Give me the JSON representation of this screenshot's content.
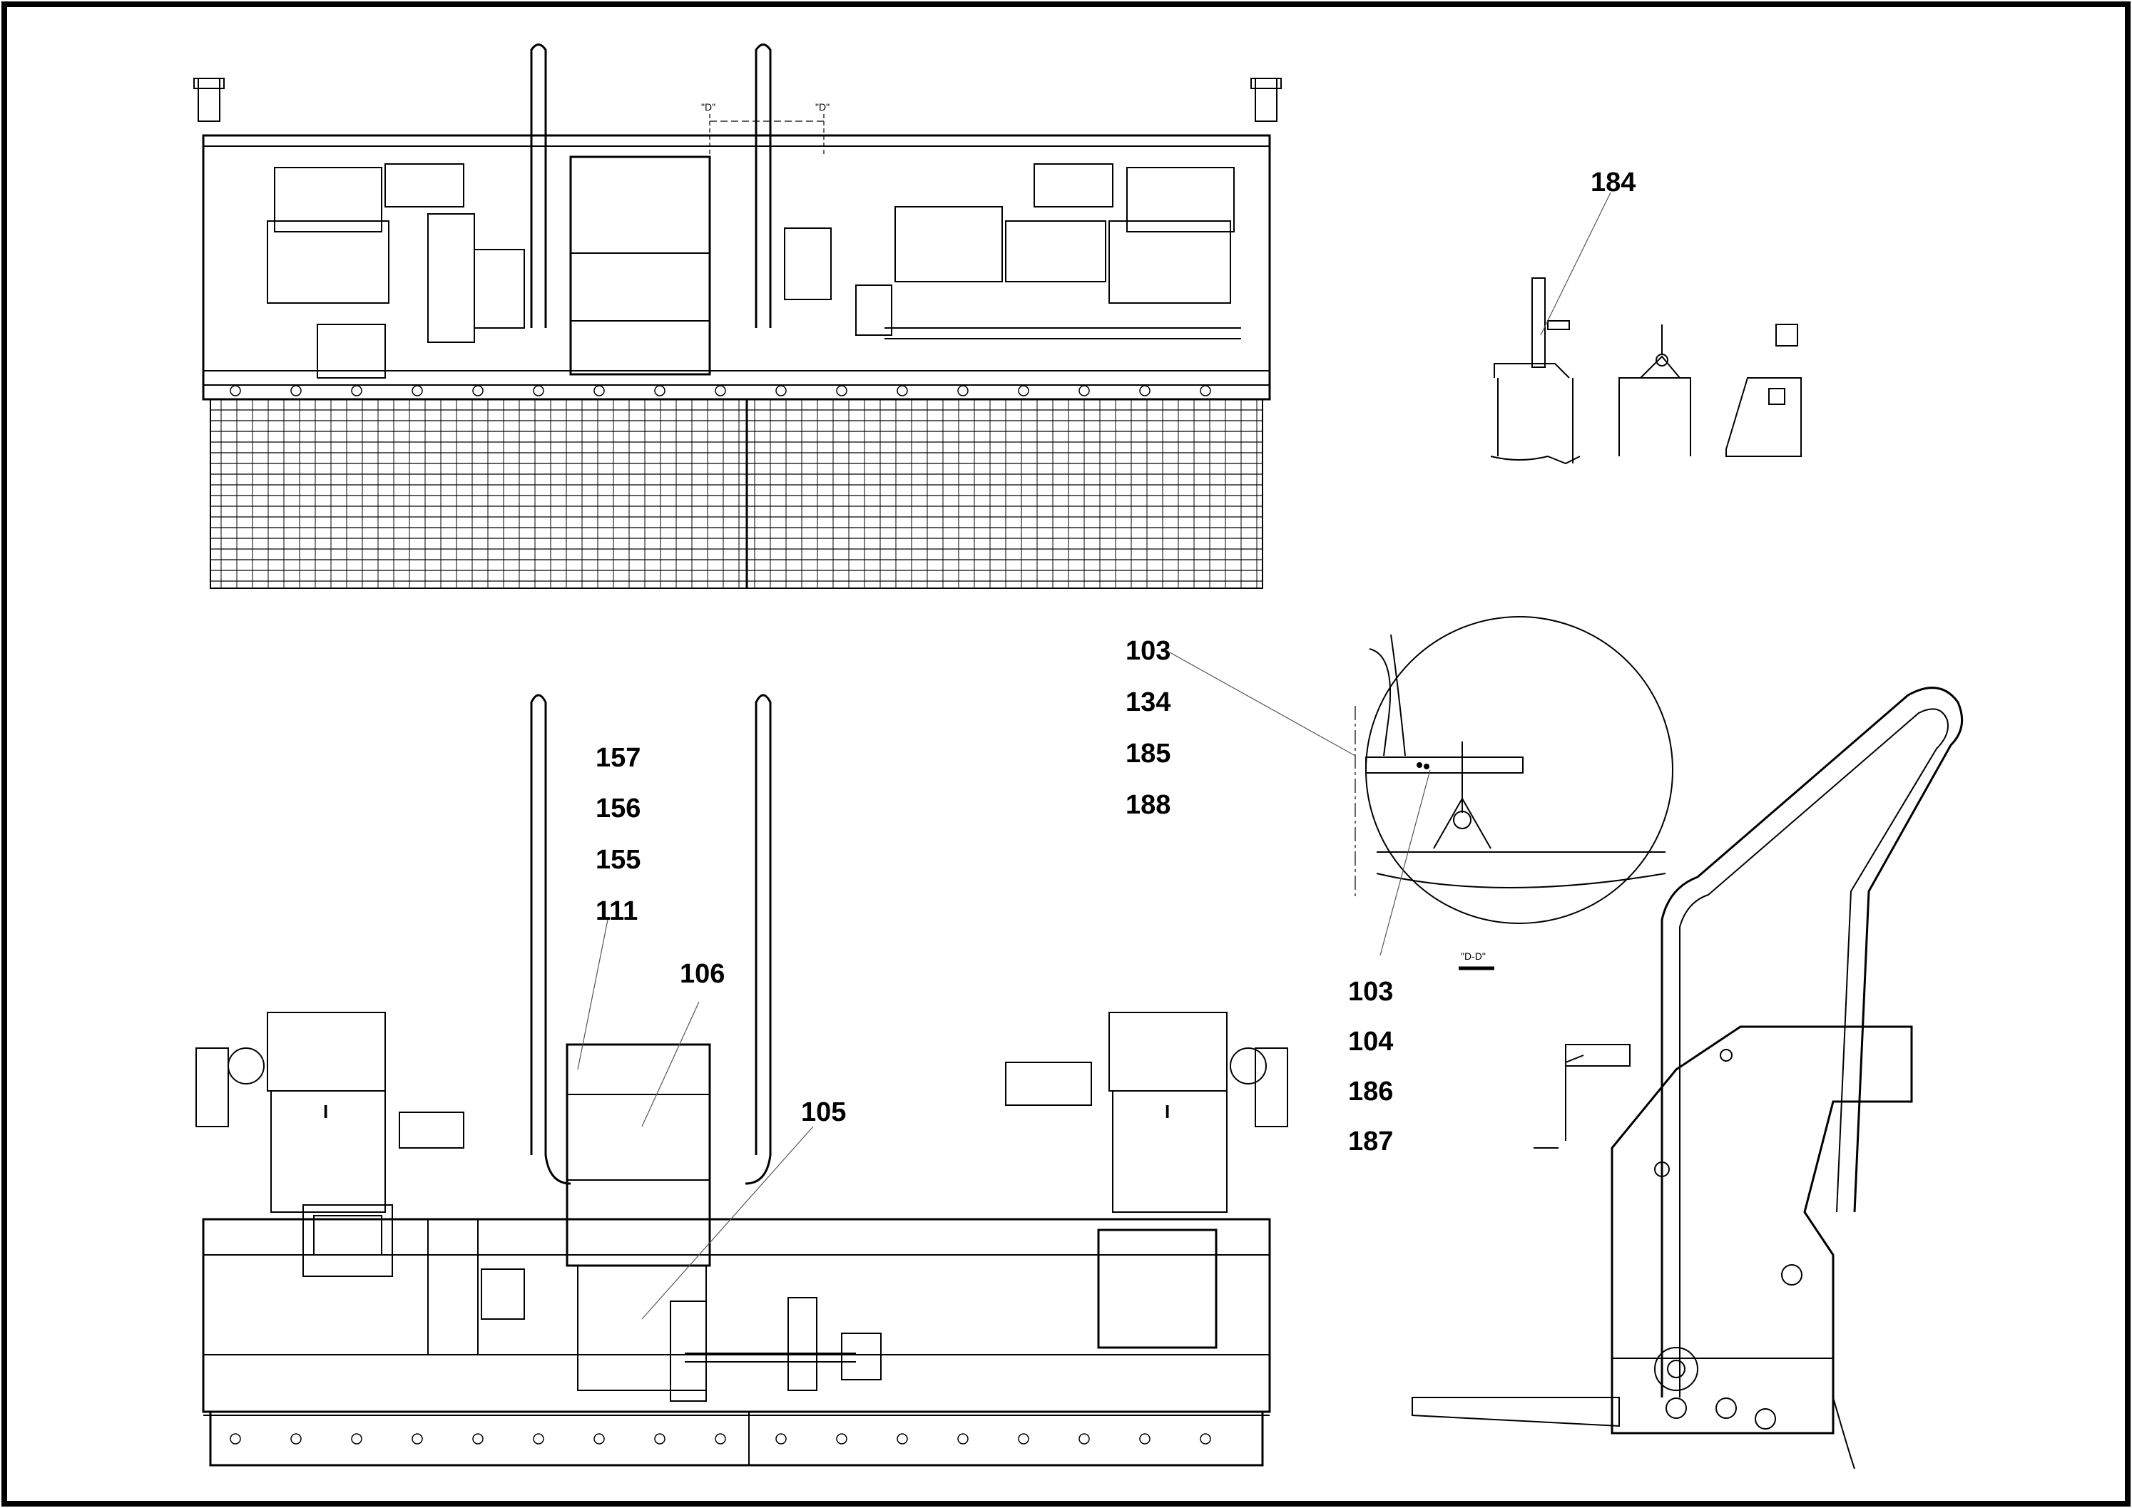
{
  "callouts": {
    "top_right": [
      "184"
    ],
    "detail_group_a": [
      "103",
      "134",
      "185",
      "188"
    ],
    "detail_group_b": [
      "103",
      "104",
      "186",
      "187"
    ],
    "handle_group": [
      "157",
      "156",
      "155",
      "111"
    ],
    "box": [
      "106"
    ],
    "shaft": [
      "105"
    ]
  },
  "section_marks": {
    "left": "\"D\"",
    "right": "\"D\"",
    "detail_label": "\"D-D\""
  },
  "panel_markers": {
    "left": "I",
    "right": "I"
  }
}
